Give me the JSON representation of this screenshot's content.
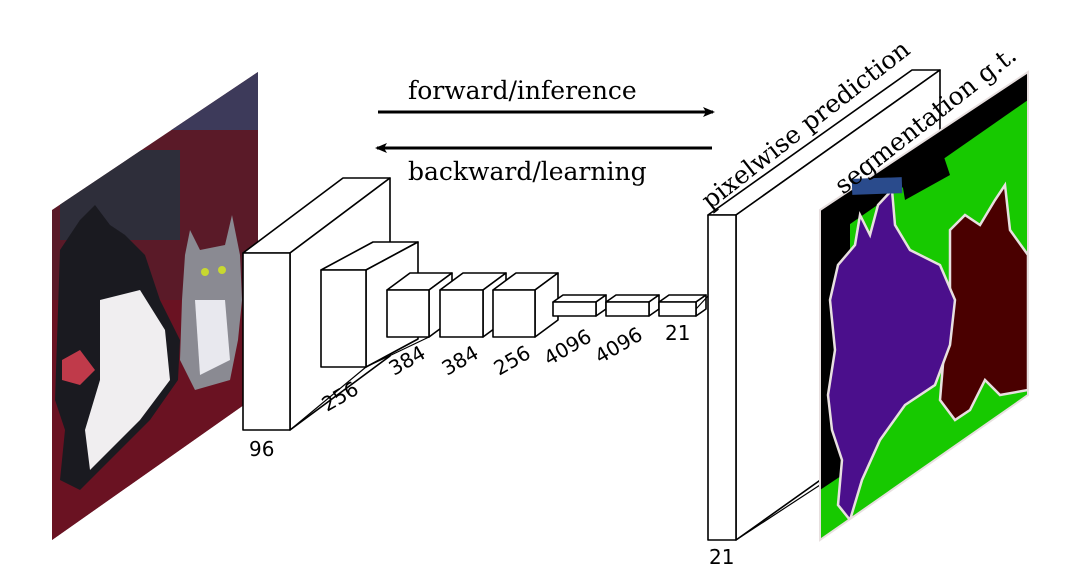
{
  "arrows": {
    "forward_label": "forward/inference",
    "backward_label": "backward/learning"
  },
  "layers": {
    "conv1": "96",
    "conv2": "256",
    "conv3": "384",
    "conv4": "384",
    "conv5": "256",
    "fc6": "4096",
    "fc7": "4096",
    "score": "21"
  },
  "output": {
    "prediction_label": "pixelwise prediction",
    "prediction_channels": "21",
    "groundtruth_label": "segmentation g.t."
  },
  "colors": {
    "background_class": "#000000",
    "dog_class": "#4b0f8c",
    "cat_class": "#4a0000",
    "border_class": "#e8e0e0",
    "void_green": "#17c900",
    "annotation_tab": "#2a4b8c",
    "arrow": "#000000",
    "block_stroke": "#000000",
    "block_fill": "#ffffff"
  },
  "images": {
    "input": "input-photo-dog-and-cat",
    "groundtruth": "segmentation-mask-dog-and-cat"
  }
}
